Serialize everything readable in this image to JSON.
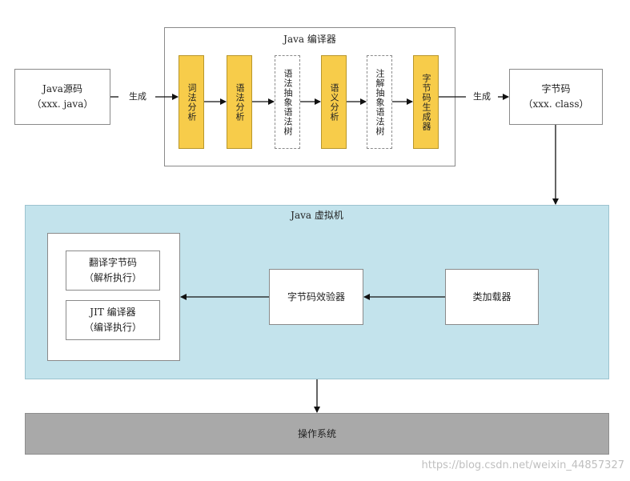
{
  "source": {
    "line1": "Java源码",
    "line2": "（xxx. java）"
  },
  "edge_generate": "生成",
  "compiler": {
    "title": "Java 编译器",
    "stages": [
      {
        "label": "词法分析"
      },
      {
        "label": "语法分析"
      },
      {
        "label": "语法抽象语法树"
      },
      {
        "label": "语义分析"
      },
      {
        "label": "注解抽象语法树"
      },
      {
        "label": "字节码生成器"
      }
    ]
  },
  "bytecode": {
    "line1": "字节码",
    "line2": "（xxx. class）"
  },
  "jvm": {
    "title": "Java 虚拟机",
    "interpreter": {
      "line1": "翻译字节码",
      "line2": "（解析执行）"
    },
    "jit": {
      "line1": "JIT 编译器",
      "line2": "（编译执行）"
    },
    "verifier": "字节码效验器",
    "loader": "类加载器"
  },
  "os": "操作系统",
  "watermark": "https://blog.csdn.net/weixin_44857327",
  "colors": {
    "stage_fill": "#f7cc4a",
    "jvm_fill": "#c3e3ec",
    "os_fill": "#a9a9a9"
  }
}
